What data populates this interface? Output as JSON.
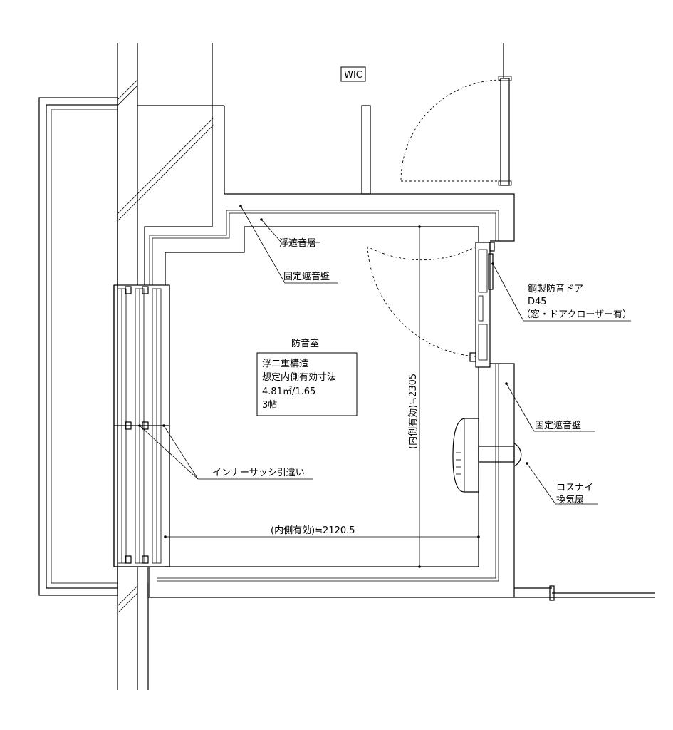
{
  "labels": {
    "wic": "WIC",
    "floating_layer": "浮遮音層",
    "fixed_wall_top": "固定遮音壁",
    "steel_door_line1": "鋼製防音ドア",
    "steel_door_line2": "D45",
    "steel_door_line3": "（窓・ドアクローザー有）",
    "room_name": "防音室",
    "room_info_line1": "浮二重構造",
    "room_info_line2": "想定内側有効寸法",
    "room_info_line3": "4.81㎡/1.65",
    "room_info_line4": "3帖",
    "fixed_wall_right": "固定遮音壁",
    "inner_sash": "インナーサッシ引違い",
    "lossnay_line1": "ロスナイ",
    "lossnay_line2": "換気扇",
    "dim_horizontal": "(内側有効)≒2120.5",
    "dim_vertical": "(内側有効)≒2305"
  }
}
